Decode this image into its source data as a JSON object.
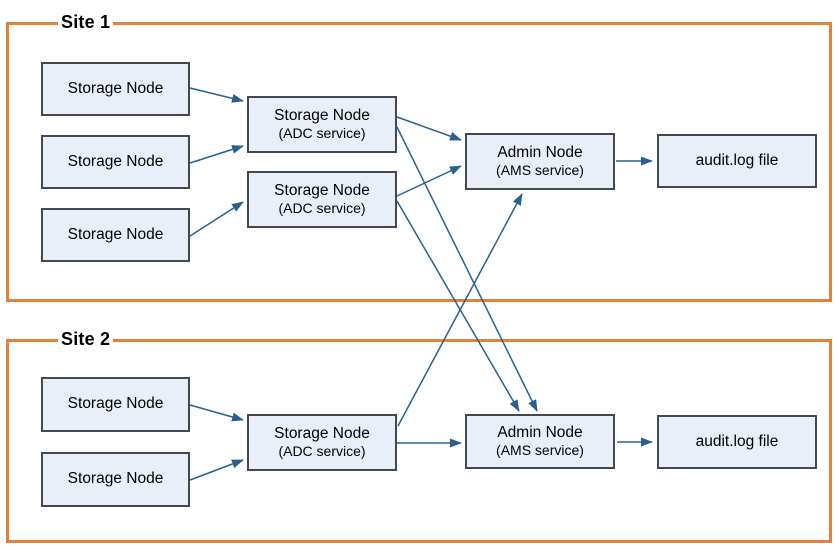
{
  "sites": [
    {
      "title": "Site 1"
    },
    {
      "title": "Site 2"
    }
  ],
  "nodes": {
    "s1_storage1": {
      "label": "Storage Node"
    },
    "s1_storage2": {
      "label": "Storage Node"
    },
    "s1_storage3": {
      "label": "Storage Node"
    },
    "s1_adc1": {
      "title": "Storage Node",
      "subtitle": "(ADC service)"
    },
    "s1_adc2": {
      "title": "Storage Node",
      "subtitle": "(ADC service)"
    },
    "s1_admin": {
      "title": "Admin Node",
      "subtitle": "(AMS service)"
    },
    "s1_audit": {
      "label": "audit.log file"
    },
    "s2_storage1": {
      "label": "Storage Node"
    },
    "s2_storage2": {
      "label": "Storage Node"
    },
    "s2_adc1": {
      "title": "Storage Node",
      "subtitle": "(ADC service)"
    },
    "s2_admin": {
      "title": "Admin Node",
      "subtitle": "(AMS service)"
    },
    "s2_audit": {
      "label": "audit.log file"
    }
  },
  "connections": [
    {
      "from": "site1-storage-node-1",
      "to": "site1-storage-node-adc-1"
    },
    {
      "from": "site1-storage-node-2",
      "to": "site1-storage-node-adc-1"
    },
    {
      "from": "site1-storage-node-3",
      "to": "site1-storage-node-adc-2"
    },
    {
      "from": "site1-storage-node-adc-1",
      "to": "site1-admin-node"
    },
    {
      "from": "site1-storage-node-adc-2",
      "to": "site1-admin-node"
    },
    {
      "from": "site1-storage-node-adc-1",
      "to": "site2-admin-node"
    },
    {
      "from": "site1-storage-node-adc-2",
      "to": "site2-admin-node"
    },
    {
      "from": "site1-admin-node",
      "to": "site1-audit-log-file"
    },
    {
      "from": "site2-storage-node-1",
      "to": "site2-storage-node-adc-1"
    },
    {
      "from": "site2-storage-node-2",
      "to": "site2-storage-node-adc-1"
    },
    {
      "from": "site2-storage-node-adc-1",
      "to": "site2-admin-node"
    },
    {
      "from": "site2-storage-node-adc-1",
      "to": "site1-admin-node"
    },
    {
      "from": "site2-admin-node",
      "to": "site2-audit-log-file"
    }
  ],
  "colors": {
    "accent-orange": "#e0813c",
    "arrow-blue": "#2a608f",
    "box-fill": "#e9eff8",
    "box-border": "#45494e",
    "text": "#000000"
  }
}
